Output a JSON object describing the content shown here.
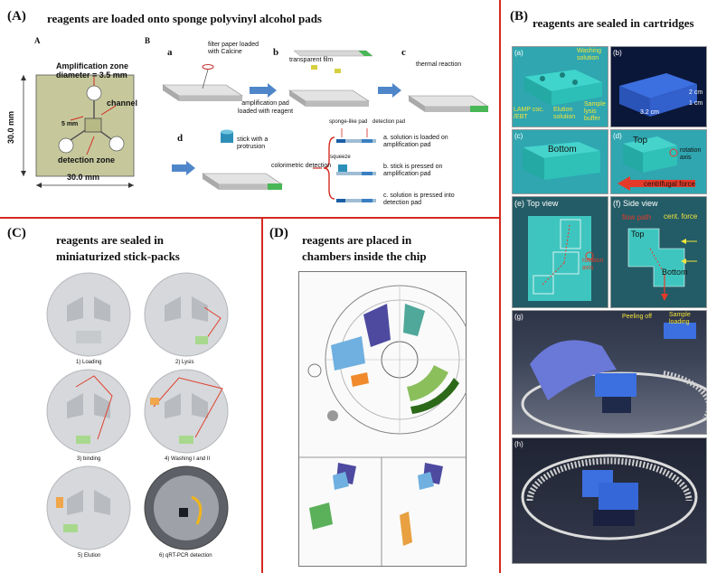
{
  "sectionA": {
    "title": "(A)",
    "heading": "reagents are loaded onto sponge polyvinyl alcohol pads",
    "subA": "A",
    "subB": "B",
    "amp_zone": "Amplification  zone",
    "diameter": "diameter = 3.5 mm",
    "channel": "channel",
    "size_5mm": "5 mm",
    "detection_zone": "detection zone",
    "dim_v": "30.0 mm",
    "dim_h": "30.0 mm",
    "step_a": "a",
    "step_b": "b",
    "step_c": "c",
    "step_d": "d",
    "filter_paper": "filter paper loaded\nwith Calcine",
    "transparent_film": "transparent film",
    "thermal": "thermal reaction",
    "amp_pad": "amplification pad\nloaded with reagent",
    "stick": "stick with a\nprotrusion",
    "colorimetric": "colorimetric detection",
    "sponge_pad": "sponge-like pad",
    "detection_pad": "detection pad",
    "squeeze": "squeeze",
    "note_a": "a. solution is loaded on\namplification pad",
    "note_b": "b. stick is pressed on\namplification pad",
    "note_c": "c. solution is pressed into\ndetection pad"
  },
  "sectionB": {
    "title": "(B)",
    "heading": "reagents are sealed in cartridges",
    "panels": [
      "(a)",
      "(b)",
      "(c)",
      "(d)",
      "(e) Top view",
      "(f) Side view",
      "(g)",
      "(h)"
    ],
    "washing": "Washing\nsolution",
    "lamp": "LAMP coc.\n/EBT",
    "elution": "Elution\nsolution",
    "sample": "Sample\nlysis\nbuffer",
    "dim_2cm": "2 cm",
    "dim_1cm": "1 cm",
    "dim_32cm": "3.2 cm",
    "bottom": "Bottom",
    "top": "Top",
    "rotation_axis": "rotation\naxis",
    "centrifugal": "centrifugal force",
    "flow_path": "flow path",
    "cent_force": "cent. force",
    "peeling_off": "Peeling off",
    "sample_loading": "Sample\nloading"
  },
  "sectionC": {
    "title": "(C)",
    "heading_line1": "reagents are sealed in",
    "heading_line2": "miniaturized stick-packs",
    "captions": [
      "1) Loading",
      "2) Lysis",
      "3) binding",
      "4) Washing I and II",
      "5) Elution",
      "6) qRT-PCR detection"
    ]
  },
  "sectionD": {
    "title": "(D)",
    "heading_line1": "reagents are placed in",
    "heading_line2": "chambers inside the chip"
  },
  "colors": {
    "divider": "#d42a20",
    "teal": "#33b9b3",
    "blue_cartridge": "#3c6fe0",
    "pad_green": "#2fae5a"
  }
}
